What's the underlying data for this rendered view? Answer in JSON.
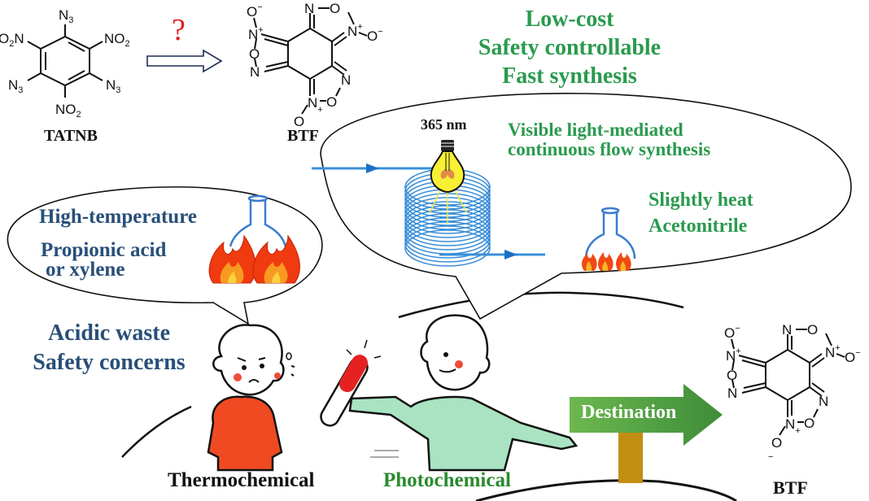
{
  "reaction": {
    "reactant": {
      "name": "TATNB",
      "substituents": [
        "N3",
        "NO2",
        "NO2",
        "N3",
        "N3",
        "NO2"
      ]
    },
    "question_mark": "?",
    "product": {
      "name": "BTF"
    }
  },
  "advantages": [
    "Low-cost",
    "Safety controllable",
    "Fast synthesis"
  ],
  "photo_bubble": {
    "wavelength": "365 nm",
    "method_line1": "Visible light-mediated",
    "method_line2": "continuous flow synthesis",
    "conditions_line1": "Slightly heat",
    "conditions_line2": "Acetonitrile"
  },
  "thermo_bubble": {
    "line1": "High-temperature",
    "line2": "Propionic acid",
    "line3": "or xylene"
  },
  "drawbacks": [
    "Acidic waste",
    "Safety concerns"
  ],
  "characters": {
    "left_label": "Thermochemical",
    "right_label": "Photochemical"
  },
  "signpost": {
    "label": "Destination"
  },
  "final_product": {
    "name": "BTF"
  },
  "colors": {
    "green_text": "#2a9a4e",
    "navy_text": "#284f78",
    "question": "#e02020",
    "coil": "#3a8fd8",
    "bulb": "#f7f035",
    "thermo_shirt": "#f04a22",
    "photo_shirt": "#a9e3c2",
    "baton": "#e52222",
    "sign_green": "#5aa845",
    "sign_post": "#c28e12"
  }
}
